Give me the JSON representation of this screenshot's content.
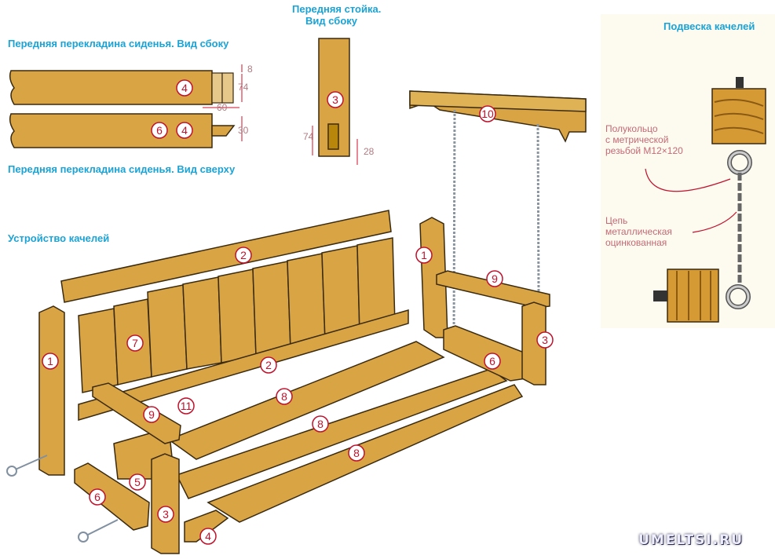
{
  "titles": {
    "side_view": "Передняя перекладина сиденья. Вид сбоку",
    "top_view": "Передняя перекладина сиденья. Вид сверху",
    "post_view_line1": "Передняя стойка.",
    "post_view_line2": "Вид сбоку",
    "assembly": "Устройство качелей",
    "suspension": "Подвеска качелей"
  },
  "dimensions": {
    "d8": "8",
    "d74a": "74",
    "d60": "60",
    "d30": "30",
    "d74b": "74",
    "d28": "28"
  },
  "notes": {
    "ring_line1": "Полукольцо",
    "ring_line2": "с метрической",
    "ring_line3": "резьбой М12×120",
    "chain_line1": "Цепь",
    "chain_line2": "металлическая",
    "chain_line3": "оцинкованная"
  },
  "part_labels": [
    "4",
    "6",
    "4",
    "3",
    "10",
    "2",
    "1",
    "9",
    "7",
    "2",
    "3",
    "6",
    "1",
    "8",
    "9",
    "11",
    "8",
    "8",
    "5",
    "6",
    "3",
    "4"
  ],
  "watermark": "UMELTSI.RU",
  "colors": {
    "wood": "#d9a443",
    "wood_dark": "#b98325",
    "title": "#1aa3d6",
    "label": "#c0122c"
  }
}
